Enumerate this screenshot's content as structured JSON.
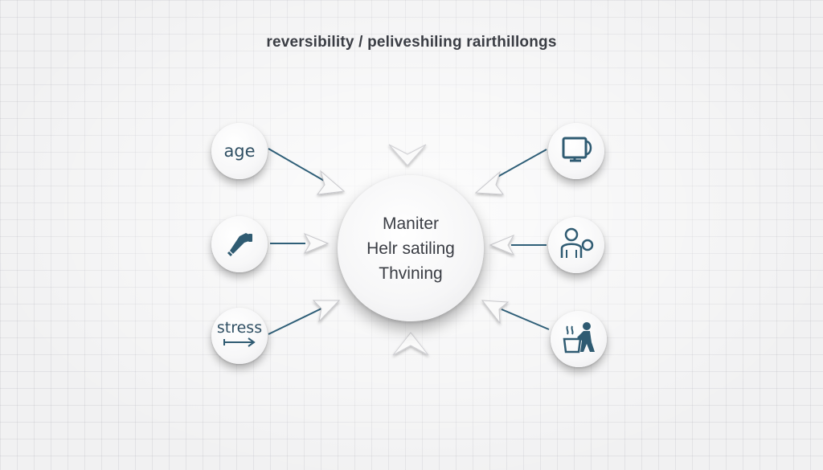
{
  "title": "reversibility / peliveshiling rairthillongs",
  "center": {
    "lines": [
      "Maniter",
      "Helr satiling",
      "Thvining"
    ]
  },
  "nodes": {
    "left_top": {
      "label": "age"
    },
    "left_middle": {
      "icon": "hair-dryer-icon"
    },
    "left_bottom": {
      "label": "stress",
      "icon": "arrow-right-icon"
    },
    "right_top": {
      "icon": "monitor-icon"
    },
    "right_middle": {
      "icon": "person-icon"
    },
    "right_bottom": {
      "icon": "person-washing-icon"
    }
  },
  "colors": {
    "accent": "#2f5b72",
    "arrow_line": "#2f5f78",
    "text": "#3a3d44"
  }
}
